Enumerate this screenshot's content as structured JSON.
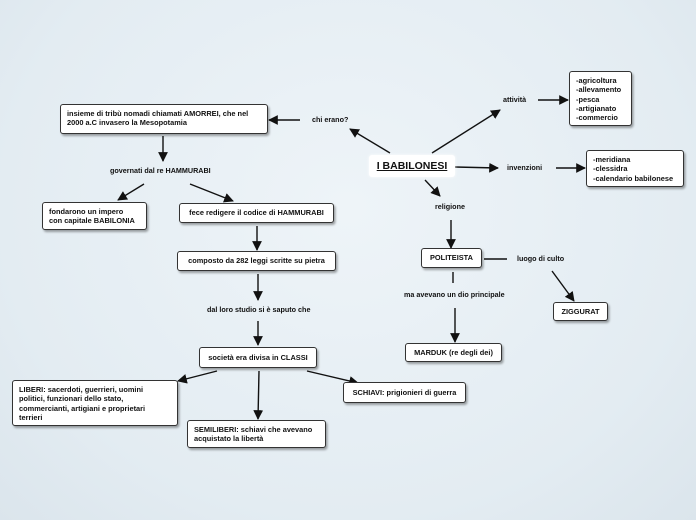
{
  "root": "I BABILONESI",
  "labels": {
    "chi_erano": "chi erano?",
    "attivita": "attività",
    "invenzioni": "invenzioni",
    "religione": "religione",
    "governati": "governati dal re HAMMURABI",
    "dal_loro_studio": "dal loro studio si è saputo che",
    "luogo_di_culto": "luogo di culto",
    "dio_principale": "ma avevano un dio principale"
  },
  "nodes": {
    "insieme": "insieme di tribù nomadi chiamati AMORREI, che nel\n2000 a.C invasero la Mesopotamia",
    "fondarono": "fondarono un impero\ncon capitale BABILONIA",
    "codice": "fece redigere il codice di HAMMURABI",
    "leggi": "composto da 282 leggi scritte su pietra",
    "societa": "società era divisa in CLASSI",
    "liberi": "LIBERI: sacerdoti, guerrieri, uomini\npolitici, funzionari dello stato,\ncommercianti, artigiani e proprietari\nterrieri",
    "semiliberi": "SEMILIBERI: schiavi che avevano\nacquistato la libertà",
    "schiavi": "SCHIAVI: prigionieri di guerra",
    "attivita_list": "-agricoltura\n-allevamento\n-pesca\n-artigianato\n-commercio",
    "invenzioni_list": "-meridiana\n-clessidra\n-calendario babilonese",
    "politeista": "POLITEISTA",
    "ziggurat": "ZIGGURAT",
    "marduk": "MARDUK (re degli dei)"
  }
}
